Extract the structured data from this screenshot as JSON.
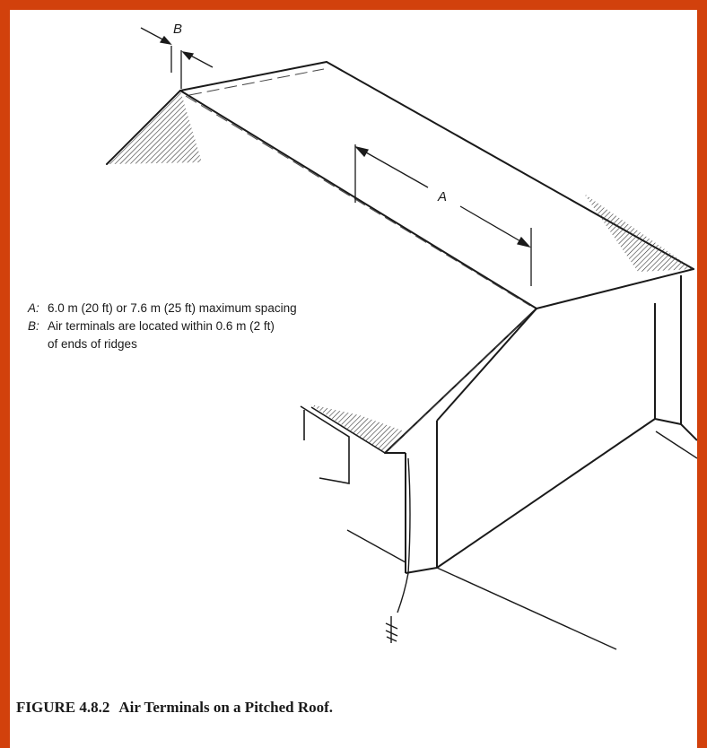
{
  "figure": {
    "dimension_labels": {
      "a": "A",
      "b": "B"
    },
    "legend": [
      {
        "key": "A:",
        "text": "6.0 m (20 ft) or 7.6 m (25 ft) maximum spacing"
      },
      {
        "key": "B:",
        "text": "Air terminals are located within 0.6 m (2 ft)",
        "continuation": "of ends of ridges"
      }
    ],
    "caption": {
      "number": "FIGURE 4.8.2",
      "title": "Air Terminals on a Pitched Roof."
    }
  }
}
